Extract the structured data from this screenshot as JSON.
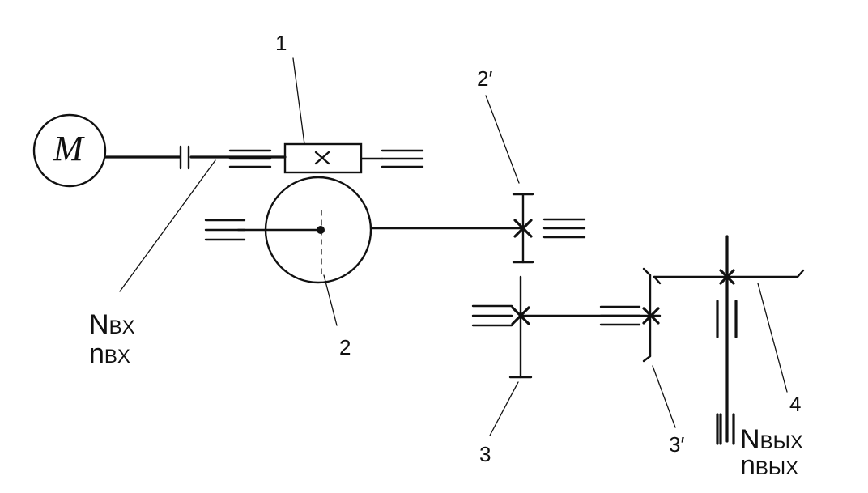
{
  "motor": {
    "letter": "M"
  },
  "labels": {
    "l1": "1",
    "l2": "2",
    "l2p": "2′",
    "l3": "3",
    "l3p": "3′",
    "l4": "4"
  },
  "input": {
    "power_main": "N",
    "power_sub": "BX",
    "speed_main": "n",
    "speed_sub": "BX"
  },
  "output": {
    "power_main": "N",
    "power_sub": "BЫX",
    "speed_main": "n",
    "speed_sub": "BЫX"
  }
}
